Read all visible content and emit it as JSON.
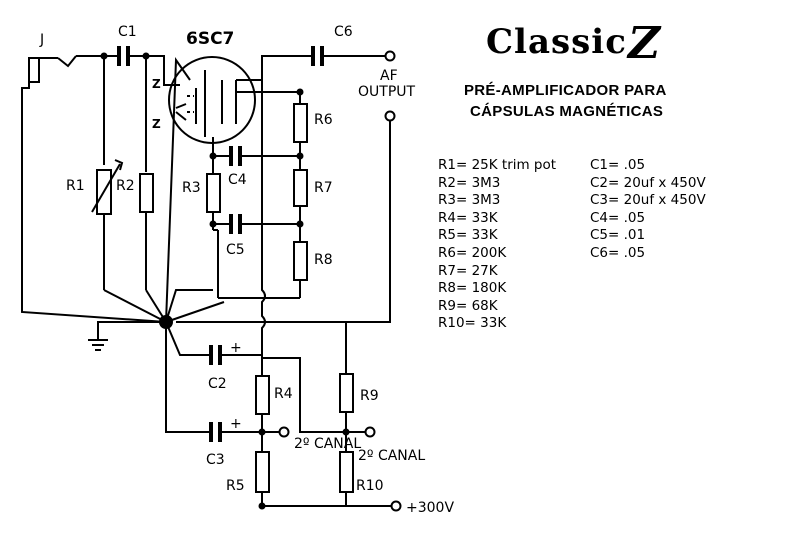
{
  "title": {
    "text": "Classic",
    "logo_letter": "Z"
  },
  "subtitle": {
    "line1": "PRÉ-AMPLIFICADOR PARA",
    "line2": "CÁPSULAS MAGNÉTICAS"
  },
  "tube_label": "6SC7",
  "input_label": "J",
  "output_label": {
    "line1": "AF",
    "line2": "OUTPUT"
  },
  "heater_label": "Z",
  "supply_label": "+300V",
  "channel_label": "2º CANAL",
  "polarity_mark": "+",
  "labels": {
    "C1": "C1",
    "C2": "C2",
    "C3": "C3",
    "C4": "C4",
    "C5": "C5",
    "C6": "C6",
    "R1": "R1",
    "R2": "R2",
    "R3": "R3",
    "R4": "R4",
    "R5": "R5",
    "R6": "R6",
    "R7": "R7",
    "R8": "R8",
    "R9": "R9",
    "R10": "R10"
  },
  "resistor_list": [
    "R1= 25K trim pot",
    "R2= 3M3",
    "R3= 3M3",
    "R4= 33K",
    "R5= 33K",
    "R6= 200K",
    "R7= 27K",
    "R8= 180K",
    "R9= 68K",
    "R10= 33K"
  ],
  "capacitor_list": [
    "C1= .05",
    "C2= 20uf x 450V",
    "C3= 20uf x 450V",
    "C4= .05",
    "C5= .01",
    "C6= .05"
  ]
}
